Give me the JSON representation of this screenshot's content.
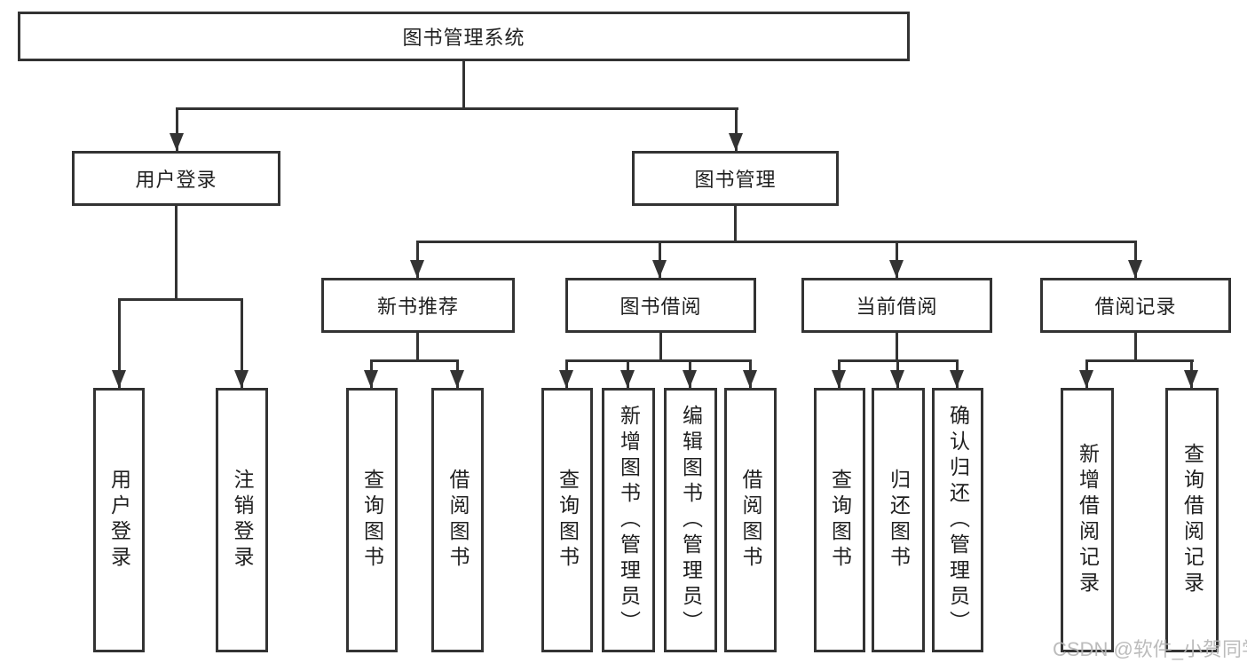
{
  "nodes": {
    "root": "图书管理系统",
    "level2": [
      "用户登录",
      "图书管理"
    ],
    "level3": [
      "新书推荐",
      "图书借阅",
      "当前借阅",
      "借阅记录"
    ],
    "user_login_children": [
      "用户登录",
      "注销登录"
    ],
    "new_book_children": [
      "查询图书",
      "借阅图书"
    ],
    "book_borrow_children": [
      "查询图书",
      "新增图书（管理员）",
      "编辑图书（管理员）",
      "借阅图书"
    ],
    "current_borrow_children": [
      "查询图书",
      "归还图书",
      "确认归还（管理员）"
    ],
    "borrow_record_children": [
      "新增借阅记录",
      "查询借阅记录"
    ]
  },
  "watermark": "CSDN @软件_小贺同学",
  "colors": {
    "line": "#333333",
    "text": "#1f1f1f",
    "background": "#ffffff",
    "watermark": "#b5b5b5"
  }
}
